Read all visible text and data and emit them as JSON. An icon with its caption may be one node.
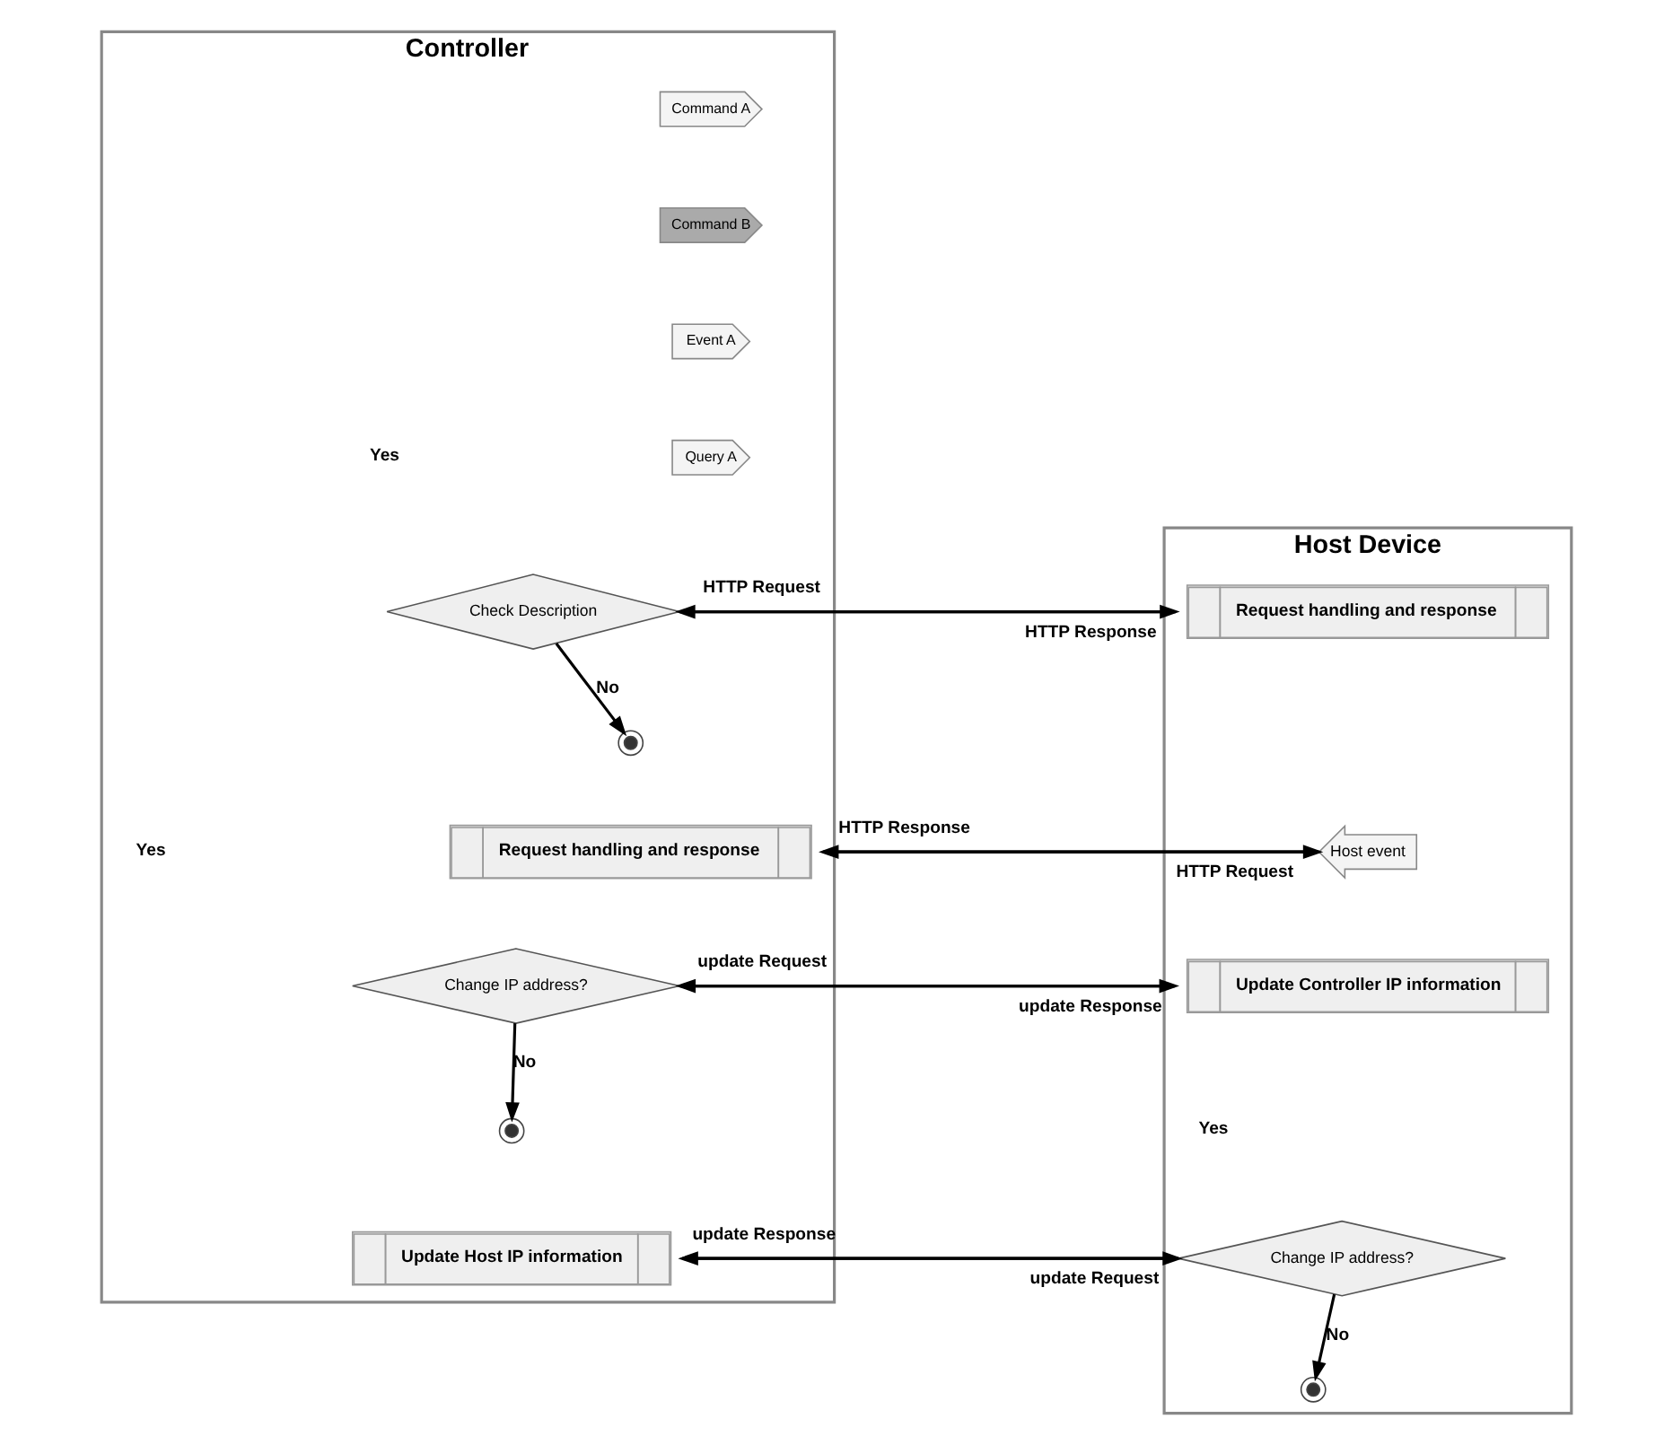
{
  "diagram": {
    "nodes": [
      {
        "text": [
          "Controller"
        ]
      },
      {
        "text": [
          "Host Device"
        ]
      },
      {
        "text": [
          "Command A"
        ],
        "in": 0
      },
      {
        "text": [
          "Command B"
        ],
        "in": 0
      },
      {
        "text": [
          "Event A"
        ],
        "in": 0
      },
      {
        "text": [
          "Query A"
        ],
        "in": 0
      },
      {
        "text": [
          "Check Description"
        ],
        "in": 0
      },
      {
        "text": [],
        "shape": "circle",
        "in": 0
      },
      {
        "text": [
          "Request handling and response"
        ],
        "in": 1
      },
      {
        "text": [
          "Request handling and response"
        ],
        "in": 0
      },
      {
        "text": [
          "Host event"
        ],
        "in": 1
      },
      {
        "text": [
          "Change IP address?"
        ],
        "in": 0
      },
      {
        "text": [],
        "shape": "circle",
        "in": 0
      },
      {
        "text": [
          "Update Controller IP information"
        ],
        "in": 1
      },
      {
        "text": [
          "Update Host IP information"
        ],
        "in": 0
      },
      {
        "text": [
          "Change IP address?"
        ],
        "in": 1
      },
      {
        "text": [],
        "shape": "circle",
        "in": 1
      }
    ],
    "edges": [
      {
        "from": 6,
        "to": 8,
        "arrow": "to",
        "label": "HTTP Request"
      },
      {
        "from": 8,
        "to": 6,
        "arrow": "to",
        "label": "HTTP Response"
      },
      {
        "from": 6,
        "to": 7,
        "arrow": "to",
        "label": "No"
      },
      {
        "from": 10,
        "to": 9,
        "arrow": "to",
        "label": "HTTP Request"
      },
      {
        "from": 9,
        "to": 10,
        "arrow": "to",
        "label": "HTTP Response"
      },
      {
        "from": 11,
        "to": 13,
        "arrow": "to",
        "label": "update Request"
      },
      {
        "from": 13,
        "to": 11,
        "arrow": "to",
        "label": "update Response"
      },
      {
        "from": 11,
        "to": 12,
        "arrow": "to",
        "label": "No"
      },
      {
        "from": 15,
        "to": 14,
        "arrow": "to",
        "label": "update Request"
      },
      {
        "from": 14,
        "to": 15,
        "arrow": "to",
        "label": "update Response"
      },
      {
        "from": 15,
        "to": 16,
        "arrow": "to",
        "label": "No"
      }
    ],
    "labels": [
      "Yes",
      "Yes",
      "Yes"
    ]
  }
}
